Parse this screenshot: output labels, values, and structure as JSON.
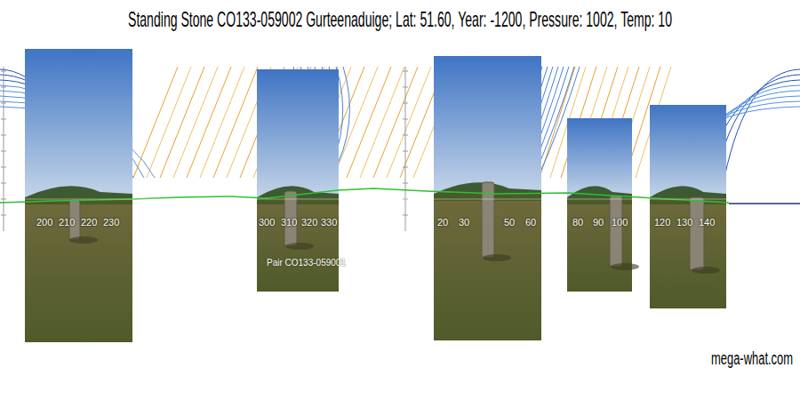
{
  "diagram": {
    "title": "Standing Stone CO133-059002 Gurteenaduige; Lat: 51.60, Year: -1200, Pressure: 1002, Temp: 10",
    "labels": [
      "200",
      "210",
      "220",
      "230",
      "300",
      "310",
      "320",
      "330",
      "20",
      "30",
      "50",
      "60",
      "80",
      "90",
      "100",
      "120",
      "130",
      "140",
      "Pair CO133-059001",
      "mega-what.com"
    ]
  }
}
